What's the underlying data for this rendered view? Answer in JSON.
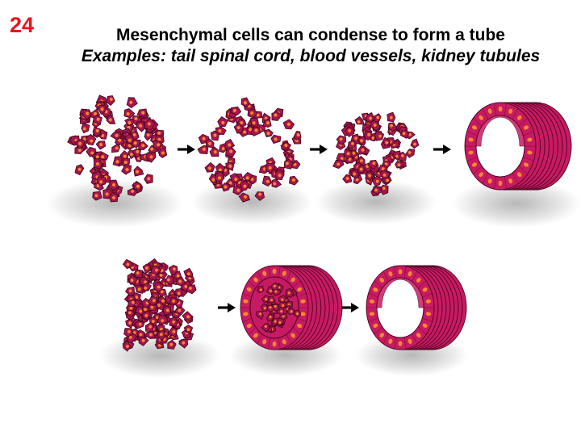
{
  "slide_number": "24",
  "title": "Mesenchymal cells can condense to form a tube",
  "subtitle": "Examples: tail spinal cord, blood vessels, kidney tubules",
  "colors": {
    "cell_fill": "#a8154e",
    "cell_edge": "#3a0418",
    "nucleus": "#f28a2e",
    "tube_fill": "#c81a62",
    "tube_edge": "#4a0520",
    "arrow": "#000000",
    "slide_number": "#e8141c"
  },
  "rows": [
    {
      "stages": [
        "scattered-cells",
        "ring-of-cells",
        "condensed-ring",
        "tube"
      ]
    },
    {
      "stages": [
        "cell-block",
        "partial-tube",
        "tube"
      ]
    }
  ]
}
